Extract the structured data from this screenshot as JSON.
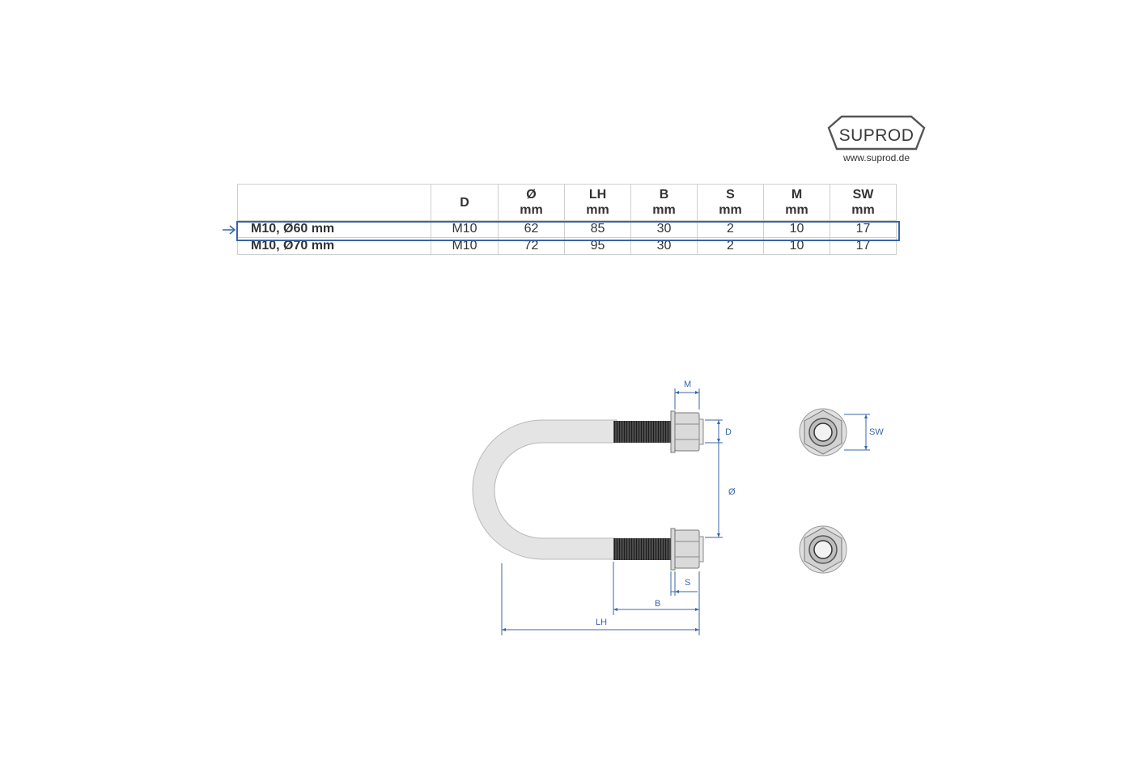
{
  "brand": {
    "name": "SUPROD",
    "url": "www.suprod.de"
  },
  "table": {
    "headers": [
      {
        "top": "",
        "bottom": ""
      },
      {
        "top": "D",
        "bottom": ""
      },
      {
        "top": "Ø",
        "bottom": "mm"
      },
      {
        "top": "LH",
        "bottom": "mm"
      },
      {
        "top": "B",
        "bottom": "mm"
      },
      {
        "top": "S",
        "bottom": "mm"
      },
      {
        "top": "M",
        "bottom": "mm"
      },
      {
        "top": "SW",
        "bottom": "mm"
      }
    ],
    "rows": [
      {
        "name": "M10, Ø60 mm",
        "values": [
          "M10",
          "62",
          "85",
          "30",
          "2",
          "10",
          "17"
        ],
        "selected": true
      },
      {
        "name": "M10, Ø70 mm",
        "values": [
          "M10",
          "72",
          "95",
          "30",
          "2",
          "10",
          "17"
        ],
        "selected": false
      }
    ]
  },
  "dimensions": {
    "m": "M",
    "d": "D",
    "diameter": "Ø",
    "s": "S",
    "b": "B",
    "lh": "LH",
    "sw": "SW"
  },
  "colors": {
    "accent": "#3b65a8",
    "bolt": "#e2e2e2",
    "thread": "#3c3c3c",
    "border": "#cfcfcf"
  }
}
